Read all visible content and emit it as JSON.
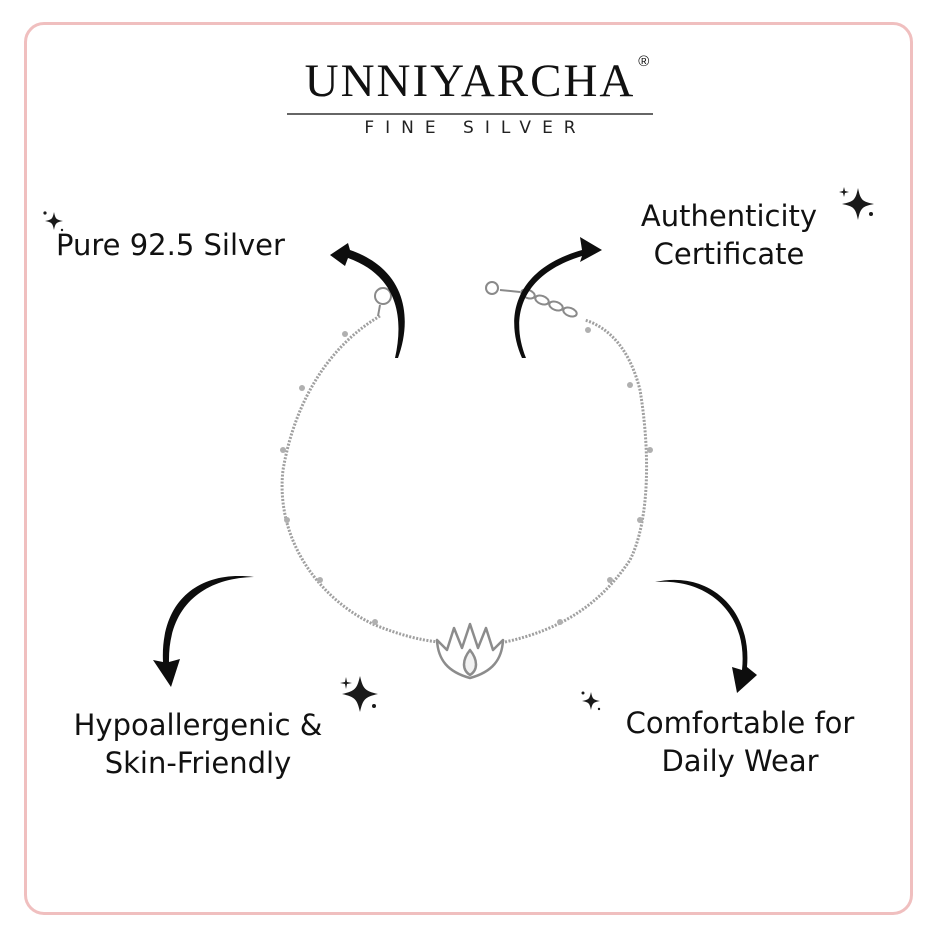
{
  "brand": {
    "name": "UNNIYARCHA",
    "registered_mark": "®",
    "tagline": "FINE SILVER"
  },
  "features": [
    {
      "lines": [
        "Pure 92.5 Silver"
      ],
      "position": "top-left",
      "arrow": "curved-arrow-pointing-left"
    },
    {
      "lines": [
        "Authenticity",
        "Certificate"
      ],
      "position": "top-right",
      "arrow": "curved-arrow-pointing-right"
    },
    {
      "lines": [
        "Hypoallergenic &",
        "Skin-Friendly"
      ],
      "position": "bottom-left",
      "arrow": "curved-arrow-pointing-down"
    },
    {
      "lines": [
        "Comfortable for",
        "Daily Wear"
      ],
      "position": "bottom-right",
      "arrow": "curved-arrow-pointing-down"
    }
  ],
  "product": {
    "type": "silver chain bracelet",
    "pendant": "lotus-flower-charm",
    "clasp": "spring-ring-clasp",
    "extender": "extension-chain"
  },
  "colors": {
    "border": "#f0bfbf",
    "text": "#111111",
    "arrow": "#0d0d0d",
    "chain": "#9a9a9a",
    "background": "#ffffff"
  },
  "decorations": [
    "sparkle-icon",
    "sparkle-icon",
    "sparkle-icon",
    "sparkle-icon"
  ]
}
